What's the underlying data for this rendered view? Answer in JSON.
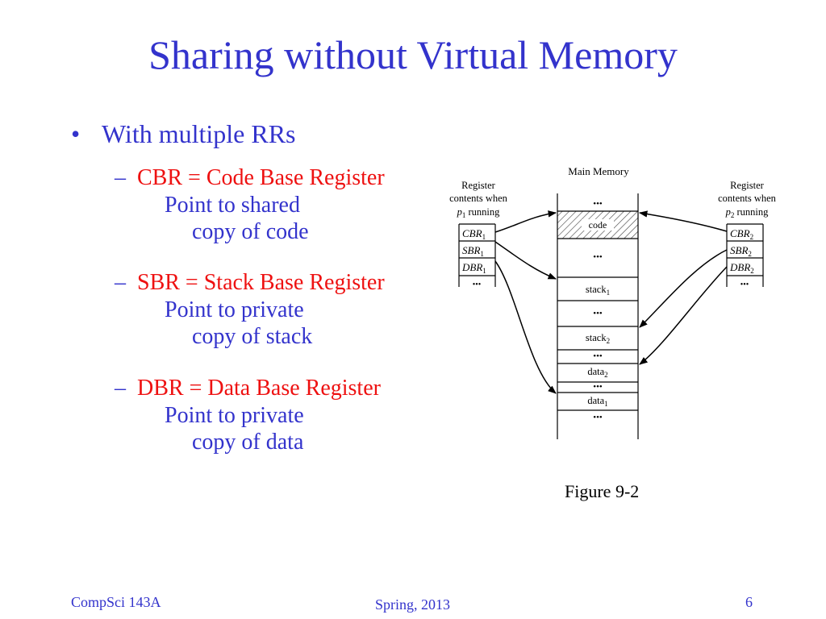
{
  "slide": {
    "title": "Sharing without Virtual Memory",
    "bullet": {
      "marker": "•",
      "text": "With multiple RRs"
    },
    "subitems": [
      {
        "dash": "–",
        "head": "CBR = Code Base Register",
        "line1": "Point to shared",
        "line2": "copy of code"
      },
      {
        "dash": "–",
        "head": "SBR = Stack Base Register",
        "line1": "Point to private",
        "line2": "copy of stack"
      },
      {
        "dash": "–",
        "head": "DBR = Data Base Register",
        "line1": "Point to private",
        "line2": "copy of data"
      }
    ],
    "figure_caption": "Figure 9-2"
  },
  "figure": {
    "main_memory_label": "Main Memory",
    "left_header": [
      "Register",
      "contents when"
    ],
    "left_proc": {
      "base": "p",
      "sub": "1",
      "suffix": " running"
    },
    "right_header": [
      "Register",
      "contents when"
    ],
    "right_proc": {
      "base": "p",
      "sub": "2",
      "suffix": " running"
    },
    "registers_left": [
      {
        "base": "CBR",
        "sub": "1"
      },
      {
        "base": "SBR",
        "sub": "1"
      },
      {
        "base": "DBR",
        "sub": "1"
      }
    ],
    "registers_right": [
      {
        "base": "CBR",
        "sub": "2"
      },
      {
        "base": "SBR",
        "sub": "2"
      },
      {
        "base": "DBR",
        "sub": "2"
      }
    ],
    "ellipsis": "•••",
    "mem_code": "code",
    "mem_stack1": {
      "base": "stack",
      "sub": "1"
    },
    "mem_stack2": {
      "base": "stack",
      "sub": "2"
    },
    "mem_data2": {
      "base": "data",
      "sub": "2"
    },
    "mem_data1": {
      "base": "data",
      "sub": "1"
    }
  },
  "footer": {
    "course": "CompSci 143A",
    "term": "Spring, 2013",
    "page": "6"
  }
}
